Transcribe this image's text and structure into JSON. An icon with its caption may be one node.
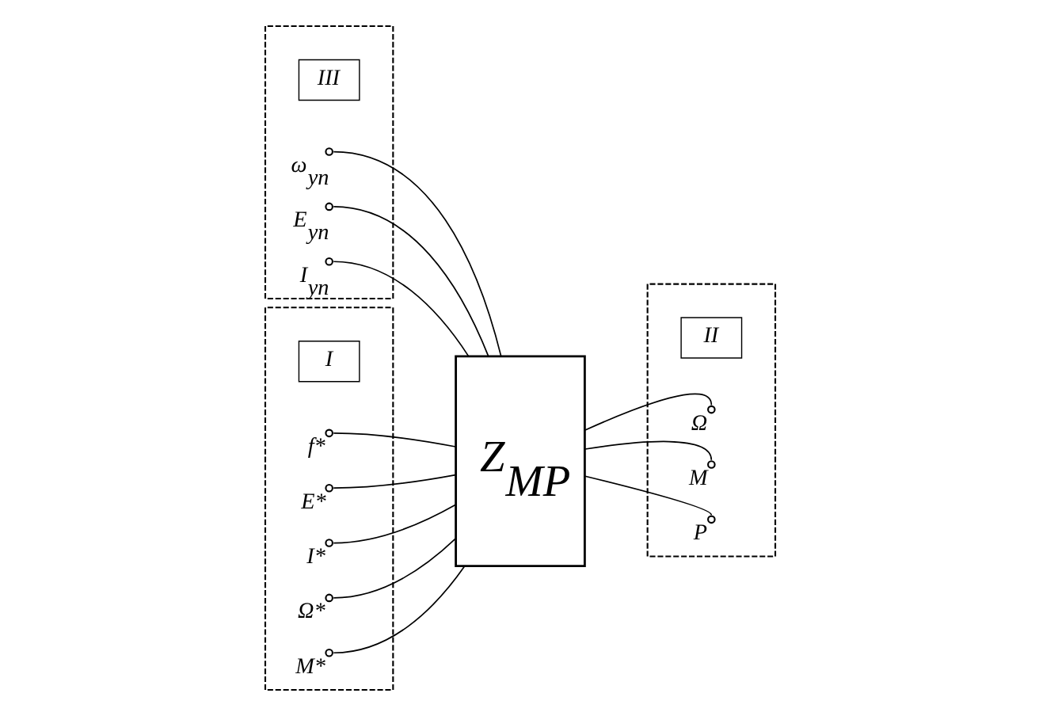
{
  "diagram": {
    "nodes": [
      {
        "text": [],
        "shape": "box"
      },
      {
        "text": [
          "III"
        ],
        "in": 0
      },
      {
        "text": [],
        "shape": "circle",
        "beside": [
          "ω$_{уп}$"
        ],
        "in": 0
      },
      {
        "text": [],
        "shape": "circle",
        "beside": [
          "E$_{уп}$"
        ],
        "in": 0
      },
      {
        "text": [],
        "shape": "circle",
        "beside": [
          "I$_{уп}$"
        ],
        "in": 0
      },
      {
        "text": [],
        "shape": "box"
      },
      {
        "text": [
          "I"
        ],
        "in": 5
      },
      {
        "text": [],
        "shape": "circle",
        "beside": [
          "f*"
        ],
        "in": 5
      },
      {
        "text": [],
        "shape": "circle",
        "beside": [
          "E*"
        ],
        "in": 5
      },
      {
        "text": [],
        "shape": "circle",
        "beside": [
          "I*"
        ],
        "in": 5
      },
      {
        "text": [],
        "shape": "circle",
        "beside": [
          "Ω*"
        ],
        "in": 5
      },
      {
        "text": [],
        "shape": "circle",
        "beside": [
          "M*"
        ],
        "in": 5
      },
      {
        "text": [
          "Z$_{МР}$"
        ]
      },
      {
        "text": [],
        "shape": "box"
      },
      {
        "text": [
          "II"
        ],
        "in": 13
      },
      {
        "text": [],
        "shape": "circle",
        "beside": [
          "Ω"
        ],
        "in": 13
      },
      {
        "text": [],
        "shape": "circle",
        "beside": [
          "M"
        ],
        "in": 13
      },
      {
        "text": [],
        "shape": "circle",
        "beside": [
          "P"
        ],
        "in": 13
      }
    ],
    "edges": [
      {
        "from": 2,
        "to": 12,
        "arrow": "none"
      },
      {
        "from": 3,
        "to": 12,
        "arrow": "none"
      },
      {
        "from": 4,
        "to": 12,
        "arrow": "none"
      },
      {
        "from": 7,
        "to": 12,
        "arrow": "none"
      },
      {
        "from": 8,
        "to": 12,
        "arrow": "none"
      },
      {
        "from": 9,
        "to": 12,
        "arrow": "none"
      },
      {
        "from": 10,
        "to": 12,
        "arrow": "none"
      },
      {
        "from": 11,
        "to": 12,
        "arrow": "none"
      },
      {
        "from": 12,
        "to": 15,
        "arrow": "none"
      },
      {
        "from": 12,
        "to": 16,
        "arrow": "none"
      },
      {
        "from": 12,
        "to": 17,
        "arrow": "none"
      }
    ]
  }
}
